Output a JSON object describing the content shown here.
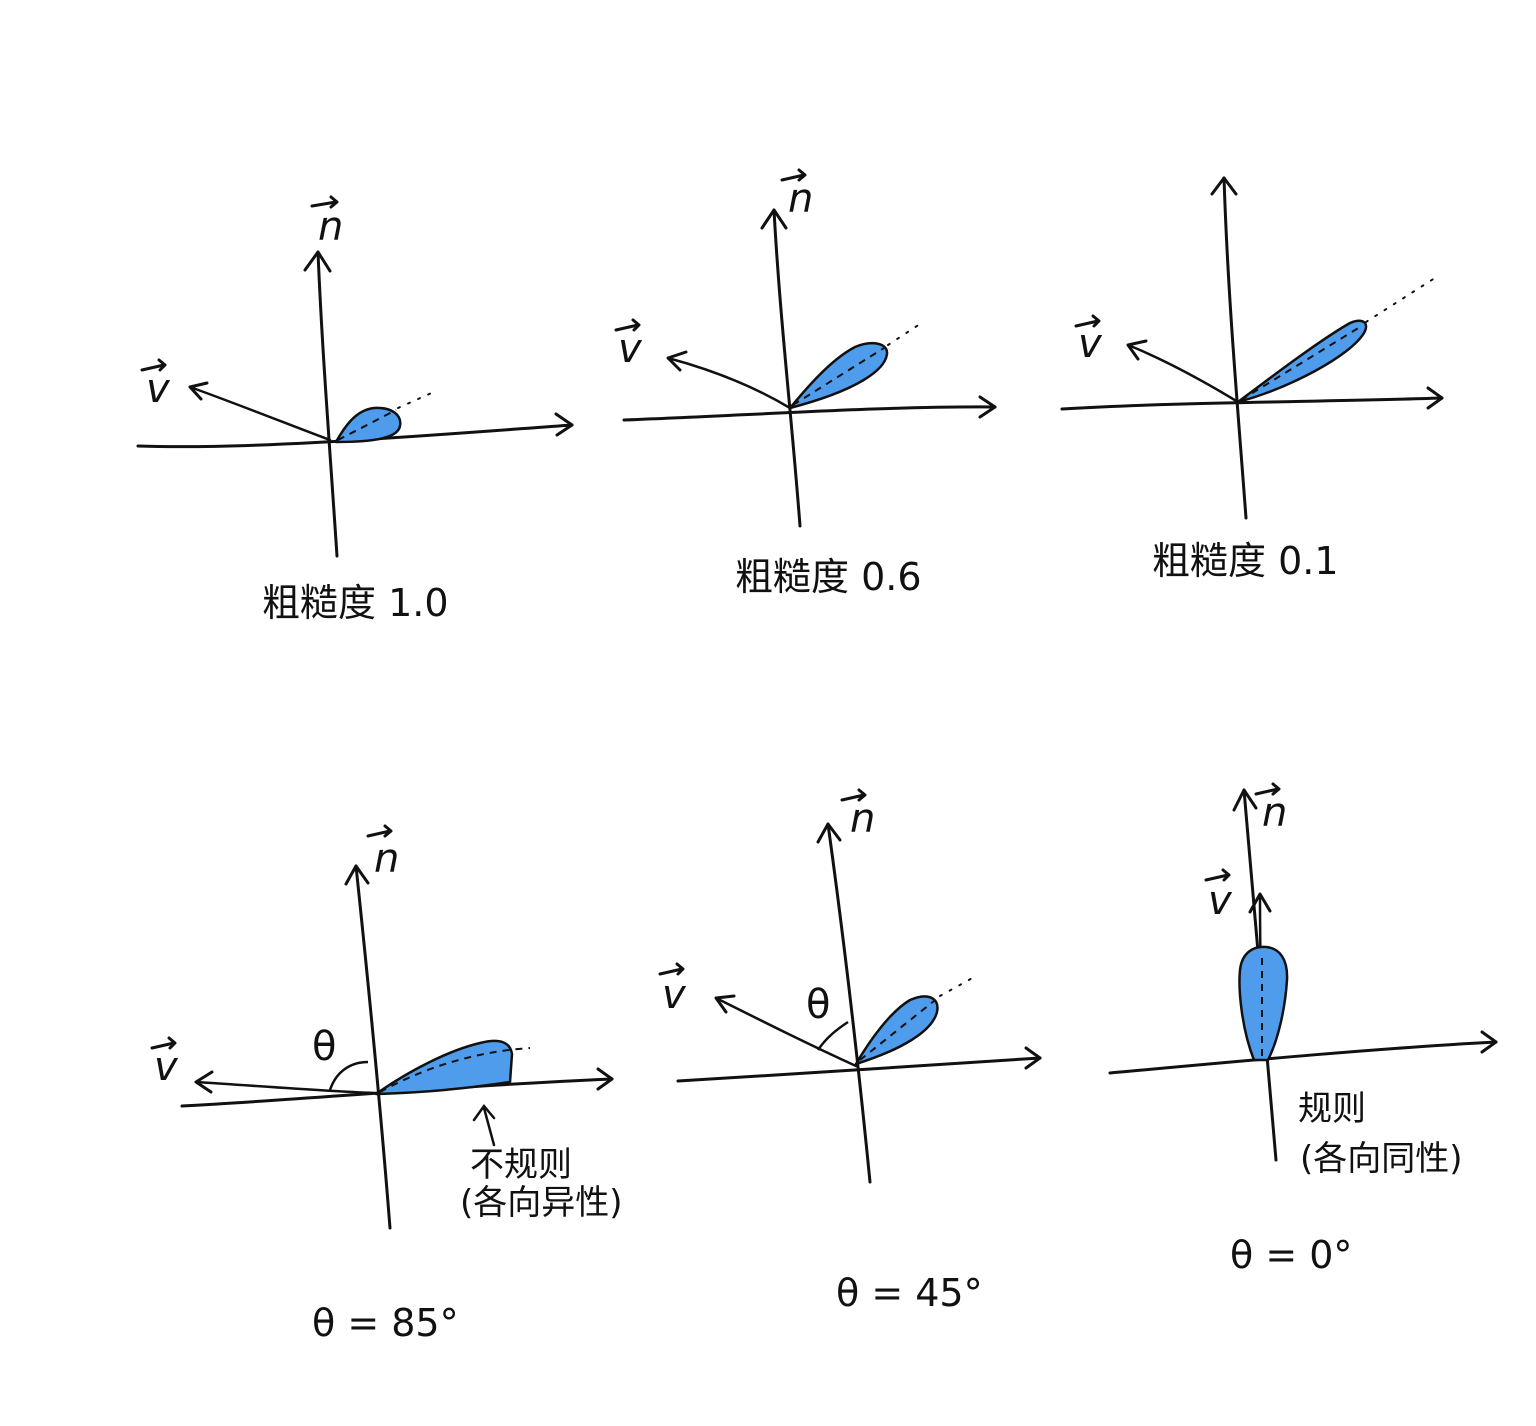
{
  "colors": {
    "lobe_fill": "#4f9cec",
    "ink": "#111111"
  },
  "labels": {
    "normal": "n",
    "view": "v"
  },
  "panels": [
    {
      "caption": "粗糙度 1.0"
    },
    {
      "caption": "粗糙度 0.6"
    },
    {
      "caption": "粗糙度 0.1"
    },
    {
      "caption": "θ = 85°",
      "angle_symbol": "θ",
      "note_line1": "不规则",
      "note_line2": "(各向异性)"
    },
    {
      "caption": "θ = 45°",
      "angle_symbol": "θ"
    },
    {
      "caption": "θ = 0°",
      "note_line1": "规则",
      "note_line2": "(各向同性)"
    }
  ]
}
